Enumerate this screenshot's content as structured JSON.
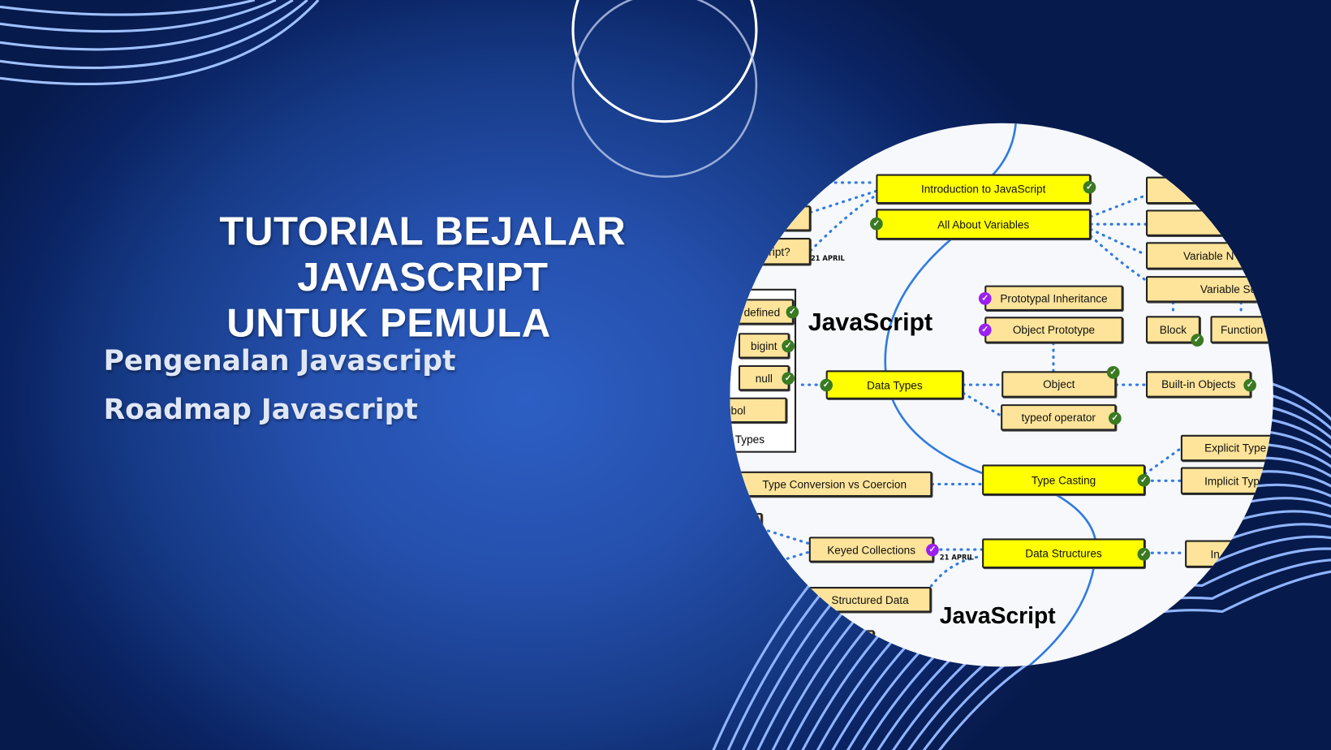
{
  "title": {
    "line1": "TUTORIAL BEJALAR JAVASCRIPT",
    "line2": "UNTUK PEMULA"
  },
  "subtitles": [
    "Pengenalan Javascript",
    "Roadmap Javascript"
  ],
  "roadmap": {
    "heading": "JavaScript",
    "heading_bottom": "JavaScript",
    "date_label": "21 APRIL",
    "date_label_2": "21 APRIL",
    "colors": {
      "main_node": "#ffff00",
      "sub_node": "#fde49a",
      "done_check": "#3a7a22",
      "in_progress_check": "#9b1ff0",
      "curve": "#2f7be0"
    },
    "nodes": {
      "intro": "Introduction to JavaScript",
      "variables": "All About Variables",
      "what_is": "ript?",
      "variable_naming": "Variable N",
      "variable_scopes": "Variable Sc",
      "block": "Block",
      "function": "Function",
      "prototypal": "Prototypal Inheritance",
      "object_prototype": "Object Prototype",
      "undefined": "defined",
      "bigint": "bigint",
      "null": "null",
      "symbol": "bol",
      "types_group": "Types",
      "data_types": "Data Types",
      "object": "Object",
      "typeof": "typeof operator",
      "builtin": "Built-in Objects",
      "explicit": "Explicit Type",
      "implicit": "Implicit Typ",
      "conversion": "Type Conversion vs Coercion",
      "type_casting": "Type Casting",
      "keyed": "Keyed Collections",
      "data_structures": "Data Structures",
      "structured": "Structured Data",
      "indexed": "In"
    }
  }
}
